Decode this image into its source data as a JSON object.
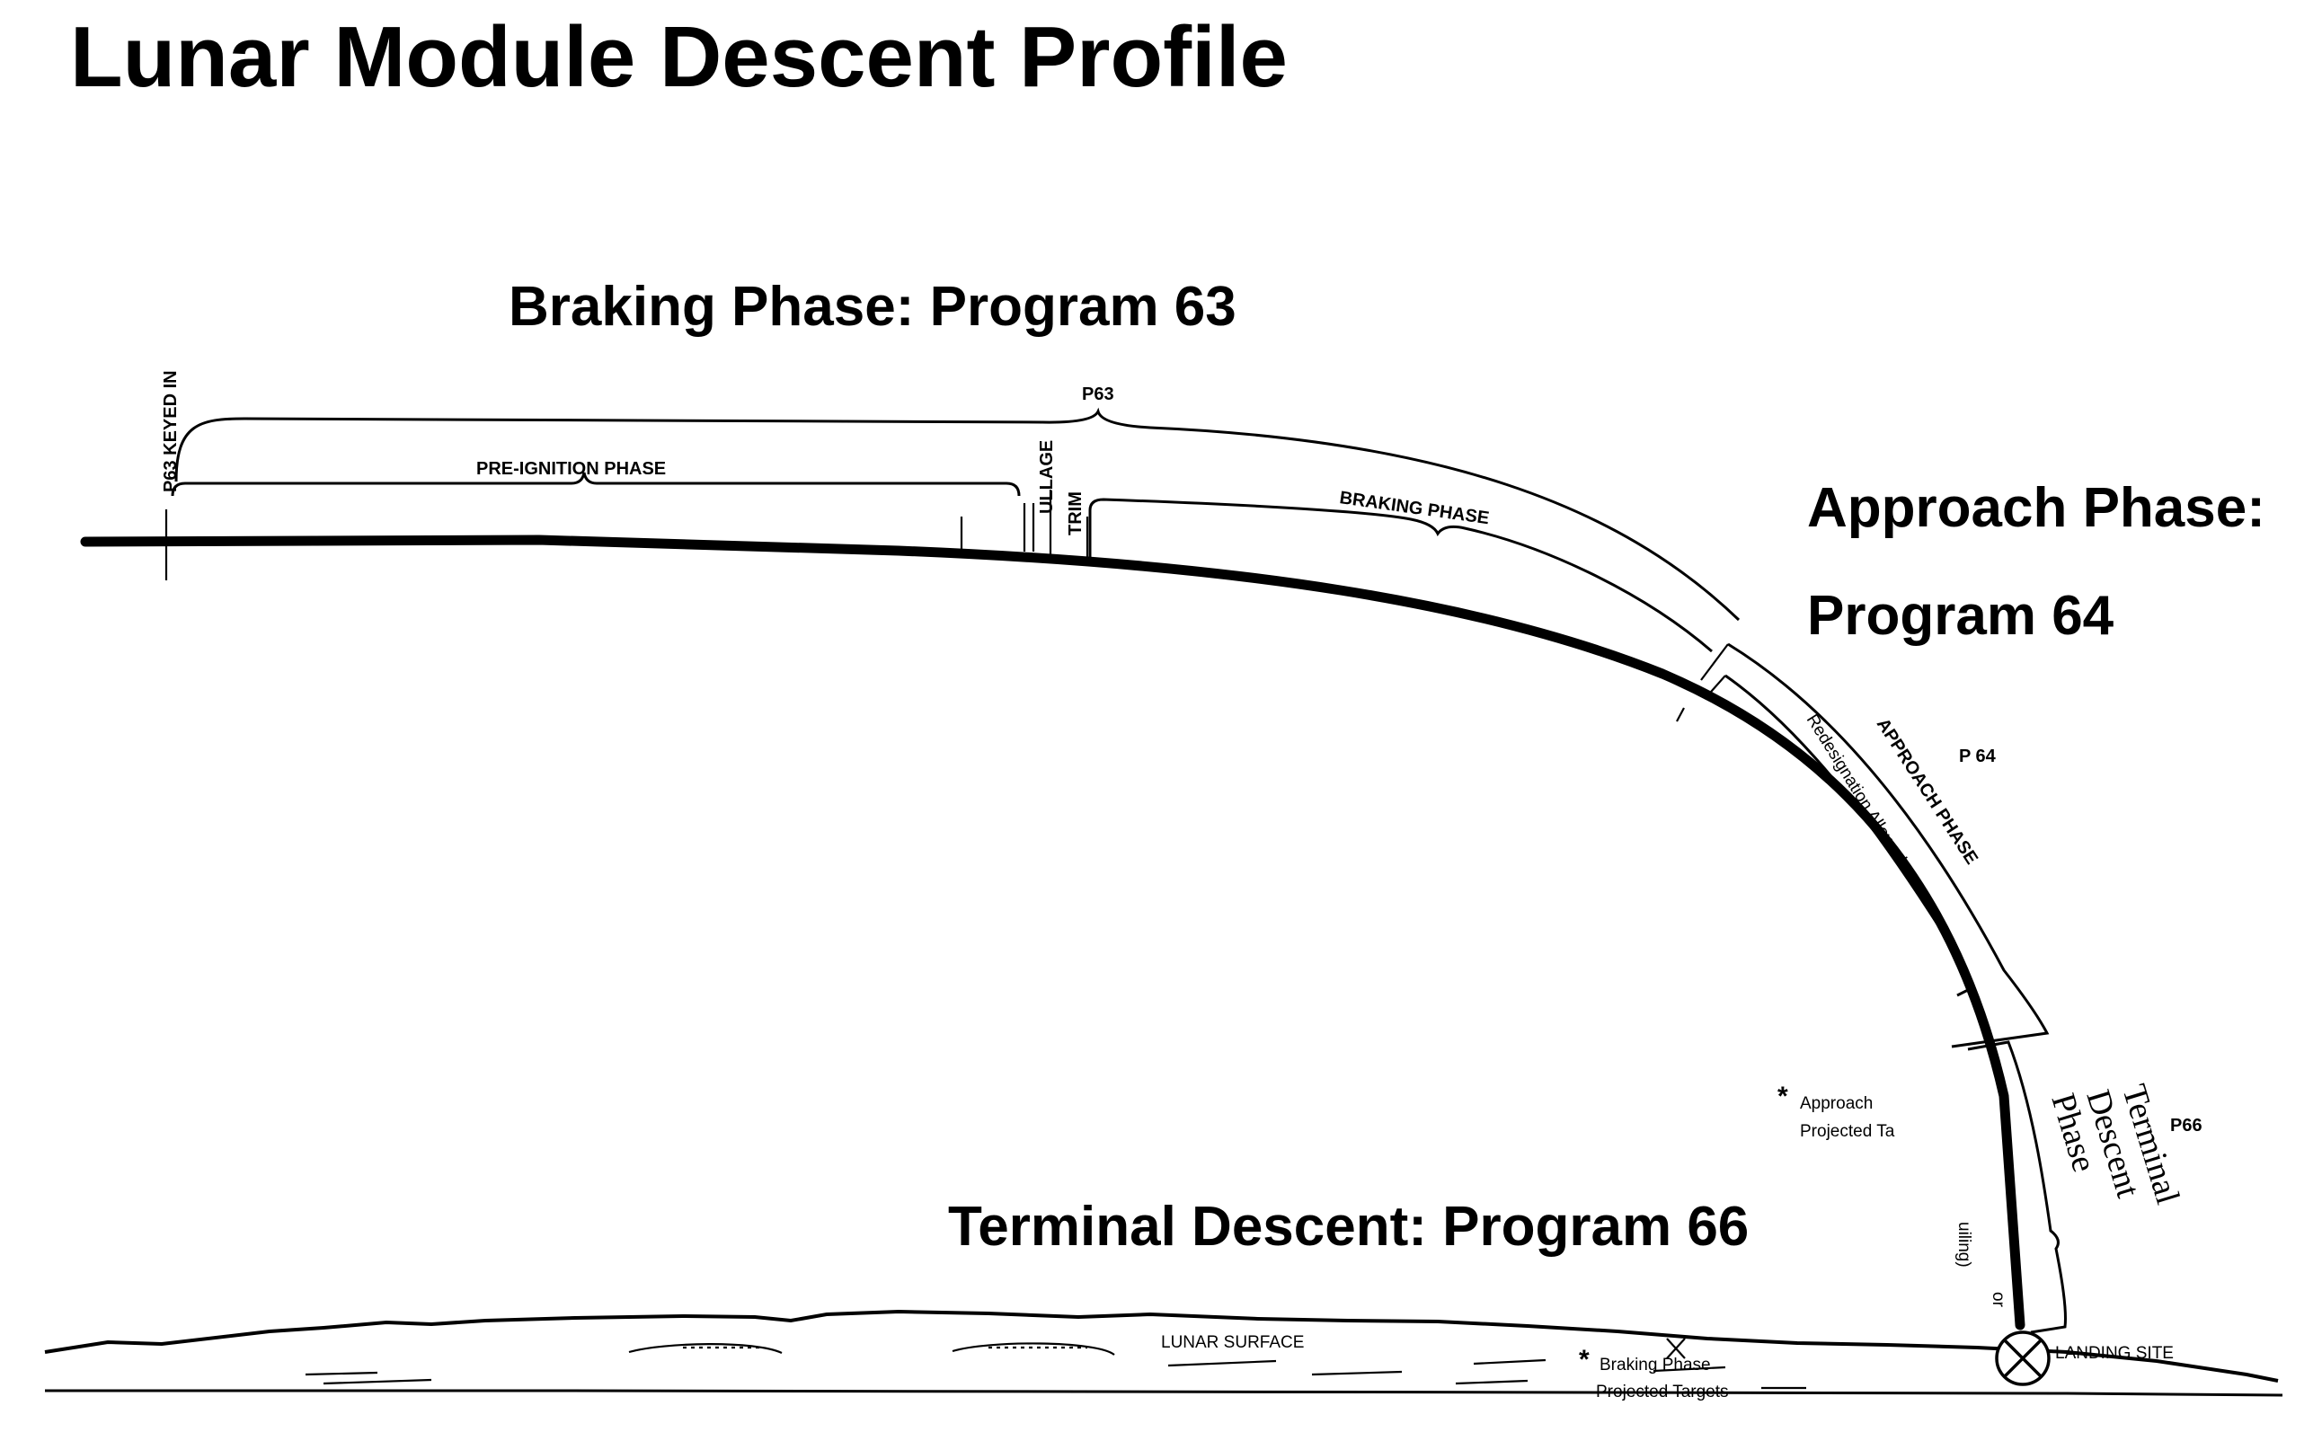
{
  "title": "Lunar Module Descent Profile",
  "phase_labels": {
    "braking": "Braking Phase: Program 63",
    "approach_line1": "Approach Phase:",
    "approach_line2": "Program 64",
    "terminal": "Terminal Descent: Program 66"
  },
  "diagram_labels": {
    "p63_keyed_in": "P63 KEYED IN",
    "p63": "P63",
    "pre_ignition": "PRE-IGNITION PHASE",
    "ullage": "ULLAGE",
    "trim": "TRIM",
    "braking_phase": "BRAKING PHASE",
    "approach_phase": "APPROACH PHASE",
    "p64": "P 64",
    "redesignation": "Redesignation Allowed",
    "approach_targets_1": "Approach",
    "approach_targets_2": "Projected Ta",
    "p66": "P66",
    "terminal_1": "Terminal",
    "terminal_2": "Descent",
    "terminal_3": "Phase",
    "lunar_surface": "LUNAR SURFACE",
    "landing_site": "LANDING SITE",
    "braking_targets_1": "Braking Phase",
    "braking_targets_2": "Projected Targets",
    "fragment_1": "uiling)",
    "fragment_2": "or"
  },
  "colors": {
    "ink": "#000000",
    "paper": "#ffffff"
  }
}
